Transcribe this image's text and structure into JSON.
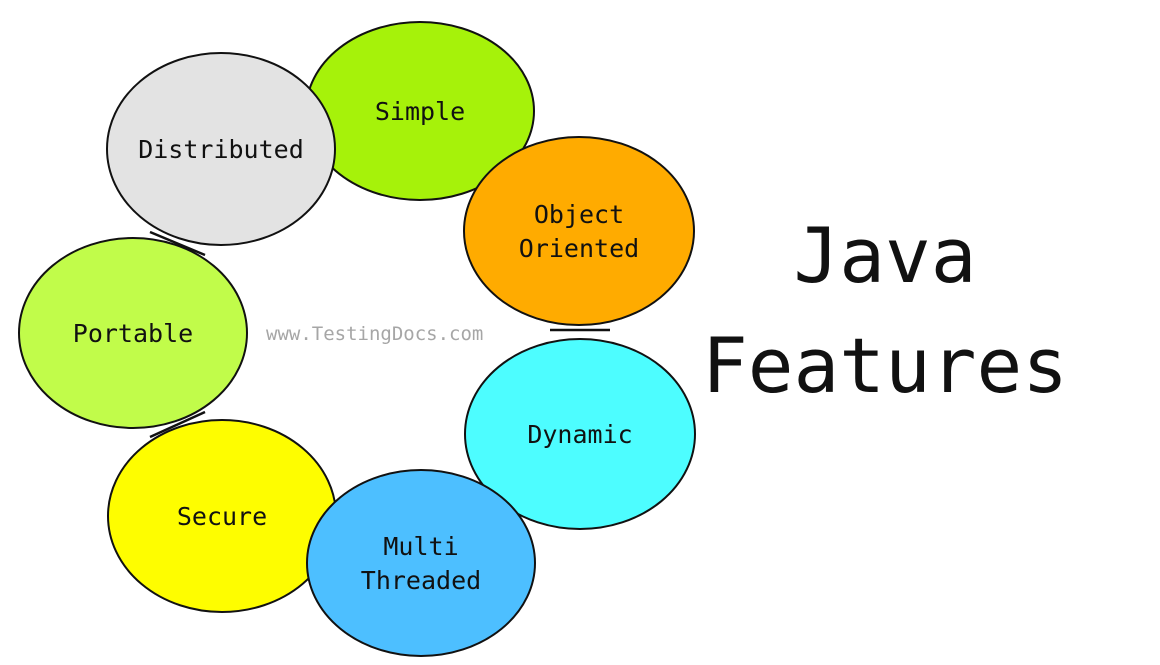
{
  "title": {
    "line1": "Java",
    "line2": "Features"
  },
  "watermark": "www.TestingDocs.com",
  "watermark_color": "#a6a6a6",
  "nodes": [
    {
      "label_lines": [
        "Simple"
      ],
      "color": "#a6f20a"
    },
    {
      "label_lines": [
        "Object",
        "Oriented"
      ],
      "color": "#ffab00"
    },
    {
      "label_lines": [
        "Dynamic"
      ],
      "color": "#4dfdff"
    },
    {
      "label_lines": [
        "Multi",
        "Threaded"
      ],
      "color": "#4dbfff"
    },
    {
      "label_lines": [
        "Secure"
      ],
      "color": "#fefd00"
    },
    {
      "label_lines": [
        "Portable"
      ],
      "color": "#c1fc4a"
    },
    {
      "label_lines": [
        "Distributed"
      ],
      "color": "#e3e3e3"
    }
  ]
}
